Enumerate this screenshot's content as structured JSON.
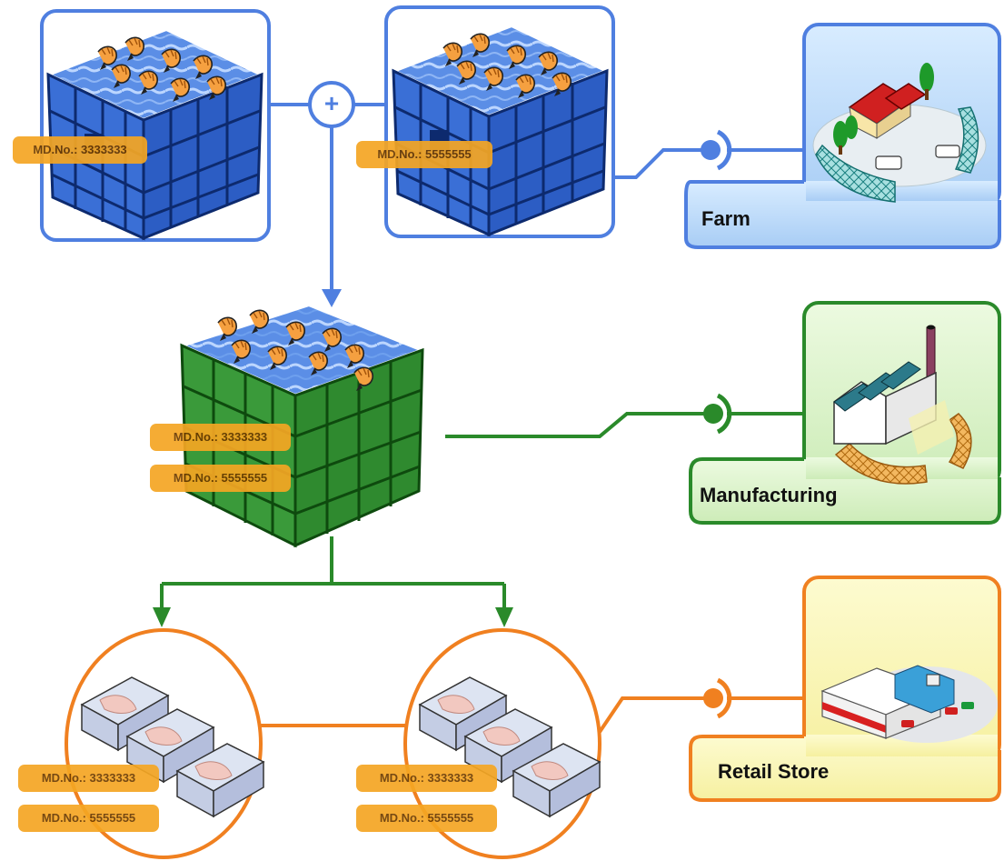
{
  "colors": {
    "farm": "#4f7fe0",
    "manufacturing": "#2a8a2a",
    "retail": "#f08020",
    "tag": "#f5a623",
    "farm_bg": "#b8d8f8",
    "manufacturing_bg": "#d8f0c8",
    "retail_bg": "#f8f4b0"
  },
  "icons": [
    "crate-icon",
    "shrimp-icon",
    "plus-icon",
    "sensor-icon",
    "farm-icon",
    "factory-icon",
    "retail-store-icon",
    "package-icon",
    "arrow-icon"
  ],
  "locations": {
    "farm": "Farm",
    "manufacturing": "Manufacturing",
    "retail": "Retail Store"
  },
  "tags": {
    "crate1": "MD.No.: 3333333",
    "crate2": "MD.No.: 5555555",
    "merged_a": "MD.No.: 3333333",
    "merged_b": "MD.No.: 5555555",
    "pack1_a": "MD.No.: 3333333",
    "pack1_b": "MD.No.: 5555555",
    "pack2_a": "MD.No.: 3333333",
    "pack2_b": "MD.No.: 5555555"
  },
  "operator": "+"
}
